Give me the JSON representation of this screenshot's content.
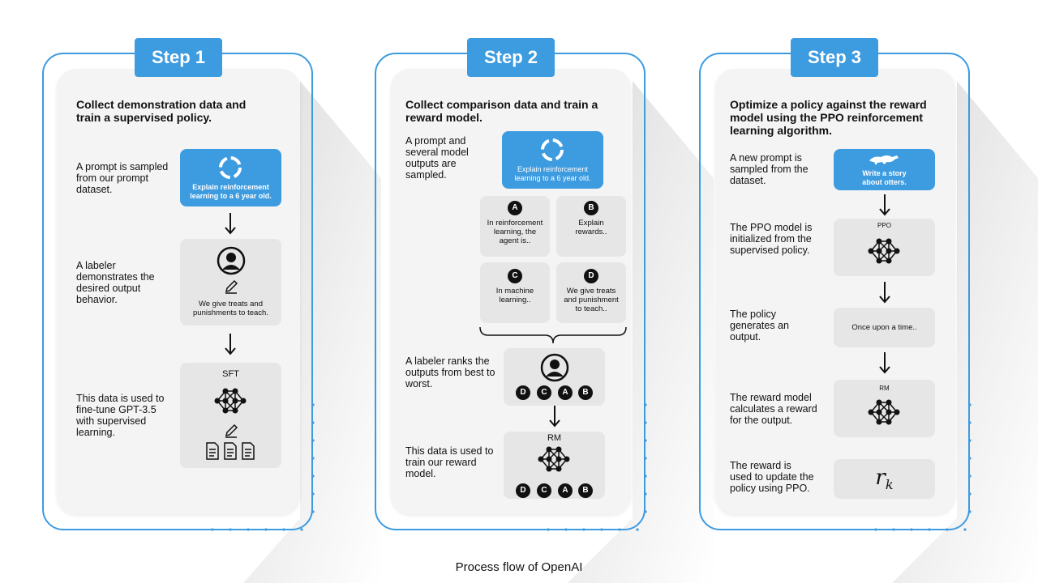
{
  "step1": {
    "tab": "Step 1",
    "heading": "Collect demonstration data and train a supervised policy.",
    "rows": [
      {
        "desc": "A prompt is sampled from our prompt dataset."
      },
      {
        "desc": "A labeler demonstrates the desired output behavior."
      },
      {
        "desc": "This data is used to fine-tune GPT-3.5 with supervised learning."
      }
    ],
    "prompt_box": "Explain reinforcement learning to a 6 year old.",
    "demo_box": "We give treats and punishments to teach.",
    "sft_label": "SFT"
  },
  "step2": {
    "tab": "Step 2",
    "heading": "Collect comparison data and train a reward model.",
    "rows": [
      {
        "desc": "A prompt and several model outputs are sampled."
      },
      {
        "desc": "A labeler ranks the outputs from best to worst."
      },
      {
        "desc": "This data is used to train our reward model."
      }
    ],
    "prompt_box": "Explain reinforcement learning to a 6 year old.",
    "outputs": [
      {
        "letter": "A",
        "text": "In reinforcement learning, the agent is.."
      },
      {
        "letter": "B",
        "text": "Explain rewards.."
      },
      {
        "letter": "C",
        "text": "In machine learning.."
      },
      {
        "letter": "D",
        "text": "We give treats and punishment to teach.."
      }
    ],
    "ranking": [
      "D",
      "C",
      "A",
      "B"
    ],
    "rm_label": "RM"
  },
  "step3": {
    "tab": "Step 3",
    "heading": "Optimize a policy against the reward model using the PPO reinforcement learning algorithm.",
    "rows": [
      {
        "desc": "A new prompt is sampled from the dataset."
      },
      {
        "desc": "The PPO model is initialized from the supervised policy."
      },
      {
        "desc": "The policy generates an output."
      },
      {
        "desc": "The reward model calculates a reward for the output."
      },
      {
        "desc": "The reward is used to update the policy using PPO."
      }
    ],
    "prompt_box": "Write a story about otters.",
    "ppo_label": "PPO",
    "output_box": "Once upon a time..",
    "rm_label": "RM",
    "reward_symbol": "r",
    "reward_subscript": "k"
  },
  "caption": "Process flow of OpenAI",
  "colors": {
    "accent": "#3d9be0",
    "card": "#f4f4f4",
    "box": "#e6e6e6"
  }
}
